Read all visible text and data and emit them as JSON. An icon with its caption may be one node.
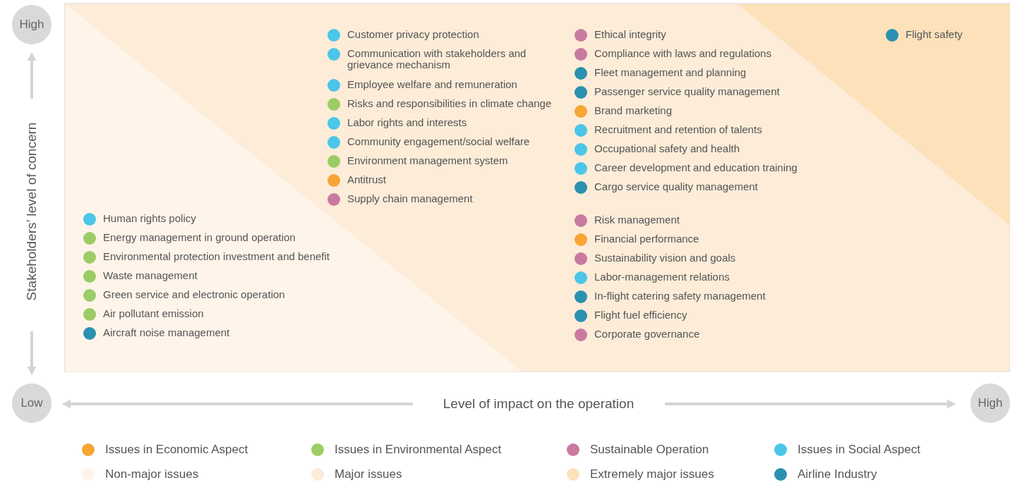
{
  "diagram": {
    "labels": [
      "High",
      "Stakeholders’ level of concern",
      "Customer privacy protection",
      "Communication with stakeholders and grievance mechanism",
      "Employee welfare and remuneration",
      "Risks and responsibilities in climate change",
      "Labor rights and interests",
      "Community engagement/social welfare",
      "Environment management system",
      "Antitrust",
      "Supply chain management",
      "Ethical integrity",
      "Compliance with laws and regulations",
      "Fleet management and planning",
      "Passenger service quality management",
      "Brand marketing",
      "Recruitment and retention of talents",
      "Occupational safety and health",
      "Career development and education training",
      "Cargo service quality management",
      "Flight safety",
      "Human rights policy",
      "Energy management in ground operation",
      "Environmental protection investment and benefit",
      "Waste management",
      "Green service and electronic operation",
      "Air pollutant emission",
      "Aircraft noise management",
      "Risk management",
      "Financial performance",
      "Sustainability vision and goals",
      "Labor-management relations",
      "In-flight catering safety management",
      "Flight fuel efficiency",
      "Corporate governance",
      "Low",
      "Level of impact on the operation",
      "High"
    ],
    "legend": [
      {
        "text": "Issues in Economic Aspect",
        "color": "#f7a535"
      },
      {
        "text": "Issues in Environmental Aspect",
        "color": "#9ccc65"
      },
      {
        "text": "Sustainable Operation",
        "color": "#c97aa0"
      },
      {
        "text": "Issues in Social Aspect",
        "color": "#4bc6e8"
      },
      {
        "text": "Non-major issues",
        "color": "#fff4ea"
      },
      {
        "text": "Major issues",
        "color": "#fdecd8"
      },
      {
        "text": "Extremely major issues",
        "color": "#fde1bb"
      },
      {
        "text": "Airline Industry",
        "color": "#2a91b0"
      }
    ]
  }
}
